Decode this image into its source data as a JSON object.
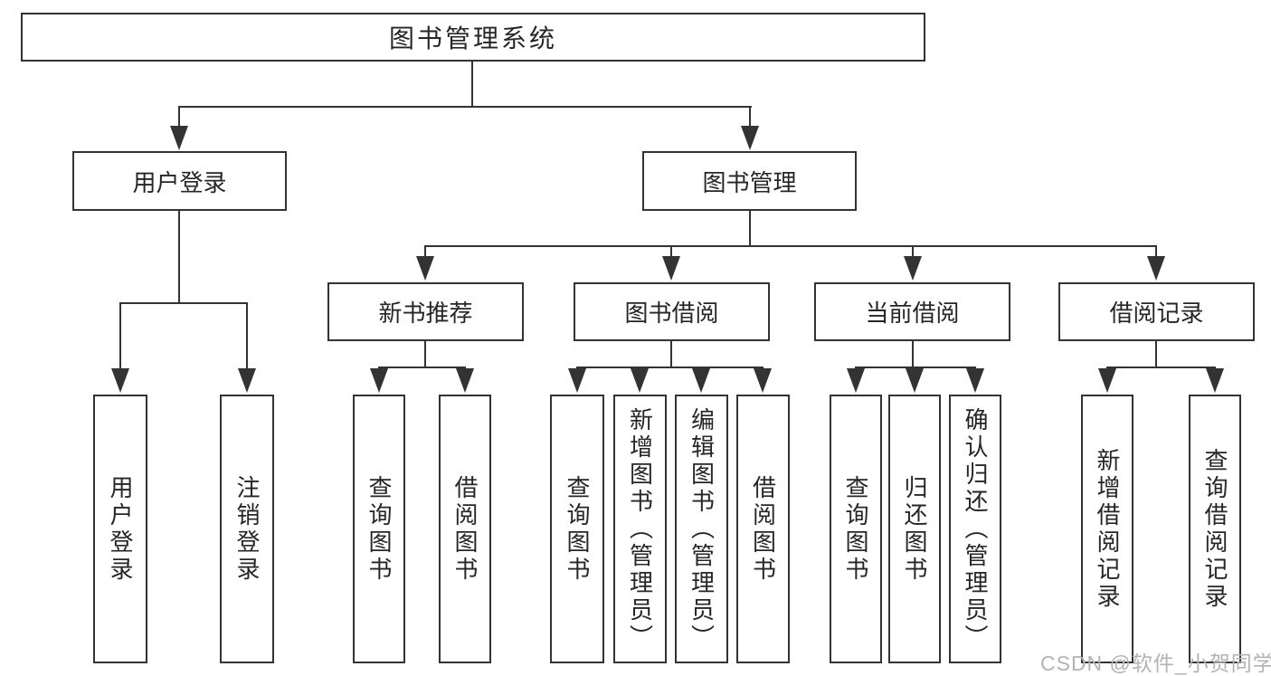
{
  "diagram": {
    "type": "hierarchy-tree",
    "root": {
      "label": "图书管理系统",
      "children": [
        {
          "label": "用户登录",
          "children": [
            {
              "label": "用户登录"
            },
            {
              "label": "注销登录"
            }
          ]
        },
        {
          "label": "图书管理",
          "children": [
            {
              "label": "新书推荐",
              "children": [
                {
                  "label": "查询图书"
                },
                {
                  "label": "借阅图书"
                }
              ]
            },
            {
              "label": "图书借阅",
              "children": [
                {
                  "label": "查询图书"
                },
                {
                  "label": "新增图书（管理员）"
                },
                {
                  "label": "编辑图书（管理员）"
                },
                {
                  "label": "借阅图书"
                }
              ]
            },
            {
              "label": "当前借阅",
              "children": [
                {
                  "label": "查询图书"
                },
                {
                  "label": "归还图书"
                },
                {
                  "label": "确认归还（管理员）"
                }
              ]
            },
            {
              "label": "借阅记录",
              "children": [
                {
                  "label": "新增借阅记录"
                },
                {
                  "label": "查询借阅记录"
                }
              ]
            }
          ]
        }
      ]
    }
  },
  "watermark": {
    "text": "CSDN @软件_小贺同学",
    "color": "#b3b3b3"
  },
  "colors": {
    "line": "#333333",
    "text": "#262626",
    "box_background": "#ffffff",
    "page_background": "#ffffff"
  }
}
